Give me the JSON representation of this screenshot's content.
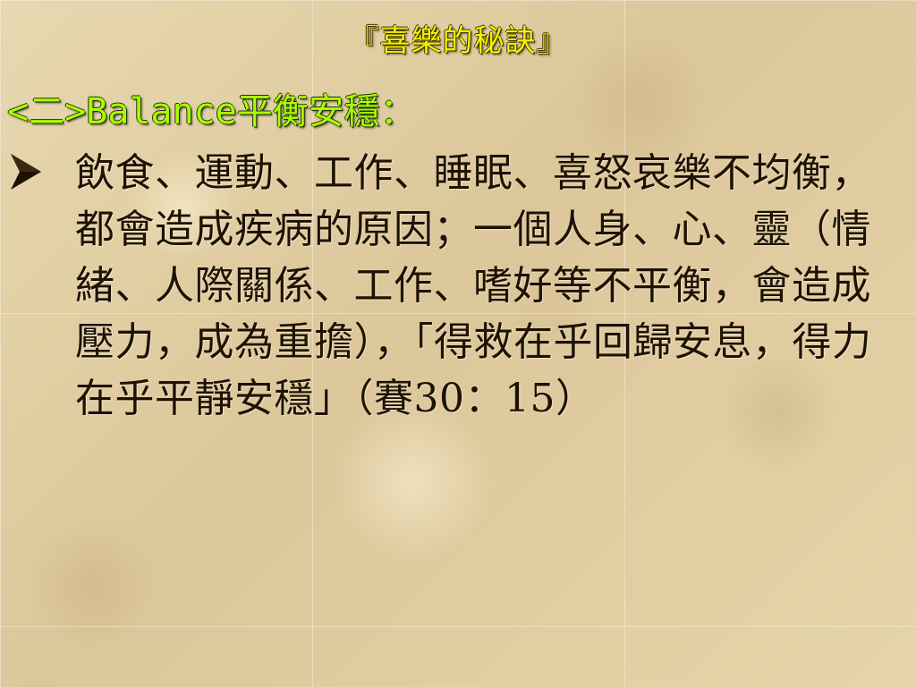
{
  "slide": {
    "title": "『喜樂的秘訣』",
    "subtitle_prefix": "<二>Balance",
    "subtitle_suffix": "平衡安穩：",
    "bullet": {
      "icon": "arrowhead-bullet-icon",
      "text": "飲食、運動、工作、睡眠、喜怒哀樂不均衡，都會造成疾病的原因；一個人身、心、靈（情緒、人際關係、工作、嗜好等不平衡，會造成壓力，成為重擔），「得救在乎回歸安息，得力在乎平靜安穩」（賽30：15）"
    }
  },
  "colors": {
    "title": "#f6f000",
    "subtitle": "#aaff00",
    "body": "#1e1200",
    "background": "#e3d2a7"
  }
}
